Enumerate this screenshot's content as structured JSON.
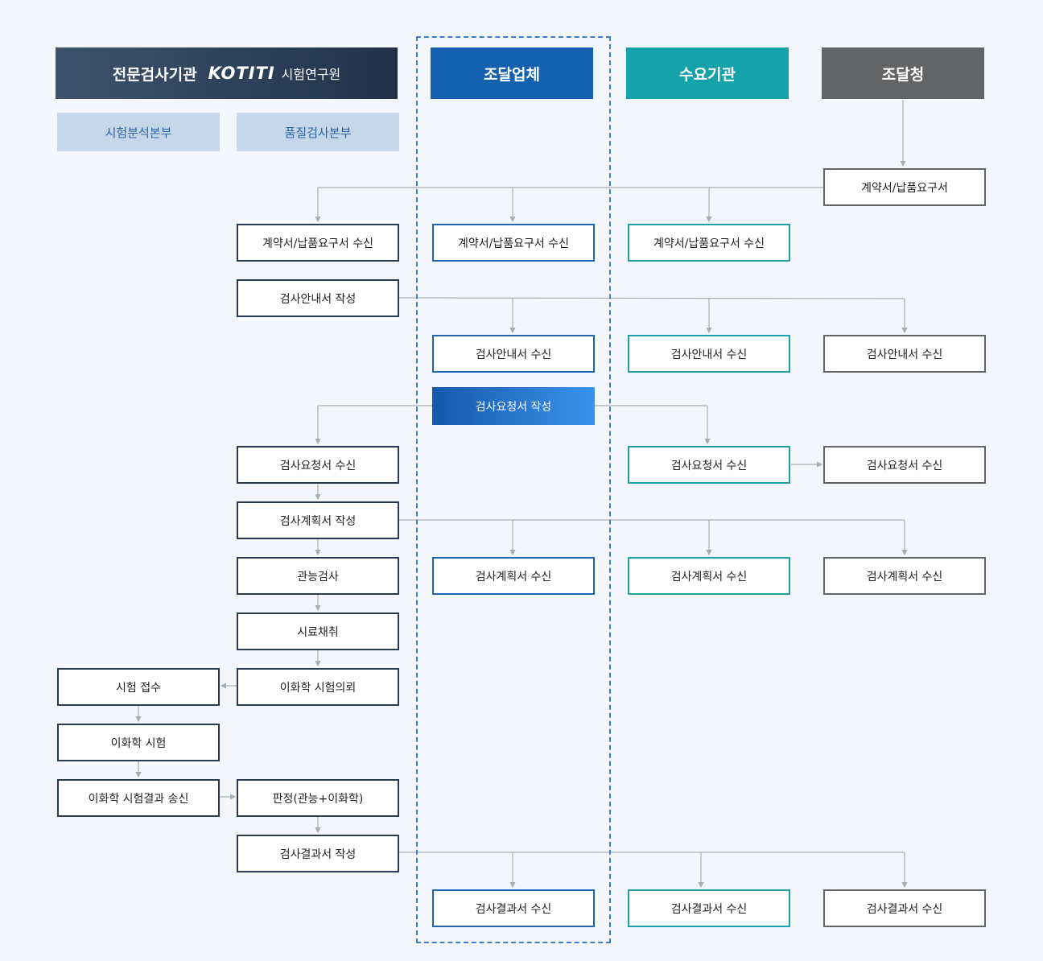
{
  "headers": {
    "kotiti_title": "전문검사기관",
    "kotiti_logo": "KOTITI",
    "kotiti_sub": "시험연구원",
    "supplier": "조달업체",
    "demand": "수요기관",
    "pps": "조달청"
  },
  "departments": [
    "시험분석본부",
    "품질검사본부"
  ],
  "nodes": {
    "pps_contract": "계약서/납품요구서",
    "kotiti_contract_recv": "계약서/납품요구서 수신",
    "supplier_contract_recv": "계약서/납품요구서 수신",
    "demand_contract_recv": "계약서/납품요구서 수신",
    "guide_write": "검사안내서 작성",
    "supplier_guide_recv": "검사안내서 수신",
    "demand_guide_recv": "검사안내서 수신",
    "pps_guide_recv": "검사안내서 수신",
    "request_write": "검사요청서 작성",
    "kotiti_request_recv": "검사요청서 수신",
    "demand_request_recv": "검사요청서 수신",
    "pps_request_recv": "검사요청서 수신",
    "plan_write": "검사계획서 작성",
    "supplier_plan_recv": "검사계획서 수신",
    "demand_plan_recv": "검사계획서 수신",
    "pps_plan_recv": "검사계획서 수신",
    "sensory": "관능검사",
    "sampling": "시료채취",
    "chem_request": "이화학 시험의뢰",
    "test_receipt": "시험 접수",
    "chem_test": "이화학 시험",
    "chem_result_send": "이화학 시험결과 송신",
    "judgement": "판정(관능+이화학)",
    "result_write": "검사결과서 작성",
    "supplier_result_recv": "검사결과서 수신",
    "demand_result_recv": "검사결과서 수신",
    "pps_result_recv": "검사결과서 수신"
  },
  "colors": {
    "kotiti": "#2b3a4f",
    "supplier": "#1c66b4",
    "demand": "#1fa0a6",
    "pps": "#646568",
    "dashed_border": "#3b7fc9",
    "connector": "#a8aeb5"
  }
}
